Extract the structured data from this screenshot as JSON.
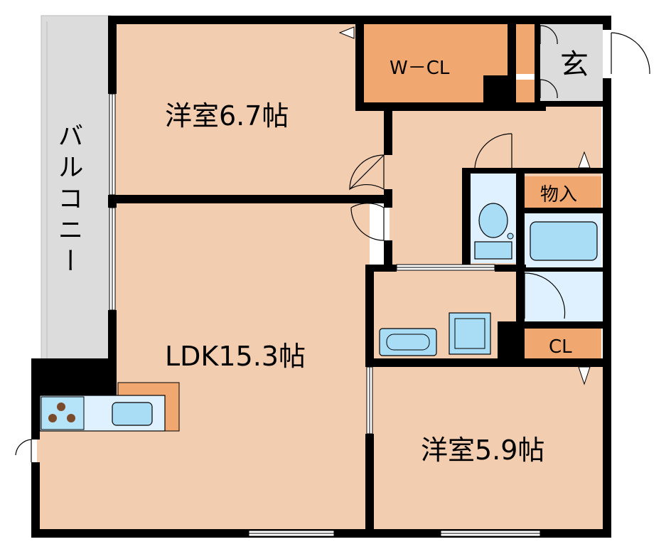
{
  "rooms": {
    "western_room_1": "洋室6.7帖",
    "ldk": "LDK15.3帖",
    "western_room_2": "洋室5.9帖",
    "walk_in_closet": "W－CL",
    "entrance": "玄",
    "storage": "物入",
    "closet": "CL",
    "balcony": "バルコニー"
  },
  "colors": {
    "room_floor": "#F2CDB0",
    "storage_fill": "#F0A870",
    "balcony_fill": "#DCDCDC",
    "entrance_fill": "#DCDCDC",
    "wet_area_fill": "#DFF1FF",
    "fixture_fill": "#A8DDF5",
    "stove_fill": "#B5E3F7",
    "wall": "#000000"
  }
}
